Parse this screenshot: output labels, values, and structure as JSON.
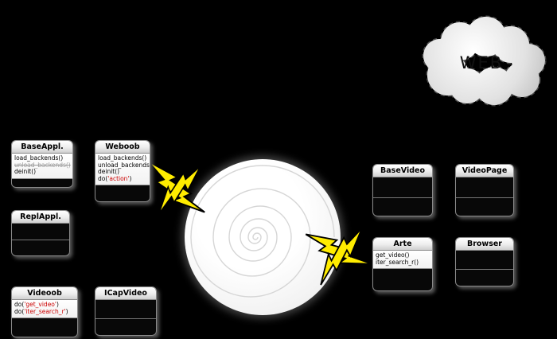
{
  "cloud": {
    "label": "WEB"
  },
  "boxes": [
    {
      "id": "baseappl",
      "title": "BaseAppl.",
      "methods": [
        {
          "parts": [
            {
              "t": "load_backends()"
            }
          ]
        },
        {
          "parts": [
            {
              "t": "unload_backends()",
              "c": "#9a9a9a",
              "strike": true
            }
          ]
        },
        {
          "parts": [
            {
              "t": "deinit()"
            }
          ]
        }
      ]
    },
    {
      "id": "weboob",
      "title": "Weboob",
      "methods": [
        {
          "parts": [
            {
              "t": "load_backends()"
            }
          ]
        },
        {
          "parts": [
            {
              "t": "unload_backends()"
            }
          ]
        },
        {
          "parts": [
            {
              "t": "deinit()"
            }
          ]
        },
        {
          "parts": [
            {
              "t": "do("
            },
            {
              "t": "'action'",
              "c": "#cc0000"
            },
            {
              "t": ")"
            }
          ]
        }
      ]
    },
    {
      "id": "replappl",
      "title": "ReplAppl.",
      "methods": []
    },
    {
      "id": "videoob",
      "title": "Videoob",
      "methods": [
        {
          "parts": [
            {
              "t": "do("
            },
            {
              "t": "'get_video'",
              "c": "#cc0000"
            },
            {
              "t": ")"
            }
          ]
        },
        {
          "parts": [
            {
              "t": "do("
            },
            {
              "t": "'iter_search_r'",
              "c": "#cc0000"
            },
            {
              "t": ")"
            }
          ]
        }
      ]
    },
    {
      "id": "icapvideo",
      "title": "ICapVideo",
      "methods": []
    },
    {
      "id": "basevideo",
      "title": "BaseVideo",
      "methods": []
    },
    {
      "id": "videopage",
      "title": "VideoPage",
      "methods": []
    },
    {
      "id": "arte",
      "title": "Arte",
      "methods": [
        {
          "parts": [
            {
              "t": "get_video()"
            }
          ]
        },
        {
          "parts": [
            {
              "t": "iter_search_r()"
            }
          ]
        }
      ]
    },
    {
      "id": "browser",
      "title": "Browser",
      "methods": []
    }
  ],
  "colors": {
    "background": "#000000",
    "bolt_yellow": "#ffec00",
    "method_red": "#cc0000",
    "muted_gray": "#9a9a9a",
    "box_border": "#8a8a8a"
  }
}
